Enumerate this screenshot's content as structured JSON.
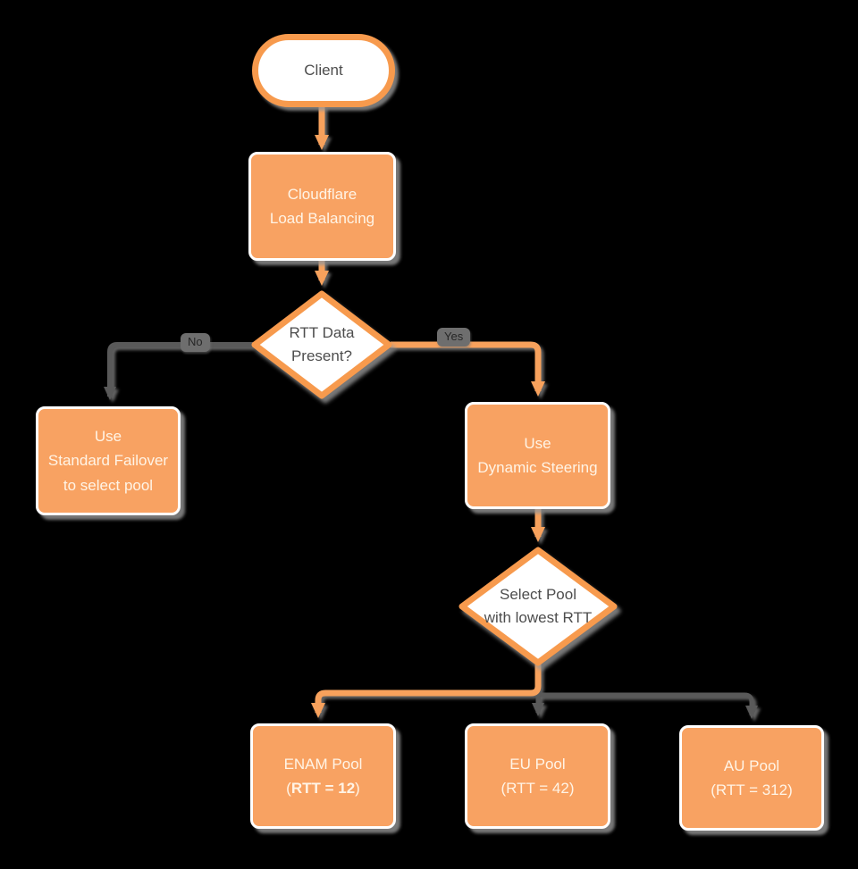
{
  "diagram": {
    "type": "flowchart",
    "background": "#000000"
  },
  "colors": {
    "node_fill_orange": "#F8A262",
    "node_border_orange": "#F79A4D",
    "node_fill_white": "#ffffff",
    "connector_orange": "#F7A15C",
    "connector_gray": "#595959",
    "shadow_gray": "#969696",
    "text_on_orange": "#FFF4E6",
    "text_dark": "#4D4D4D",
    "edge_label_bg": "#6e6e6e"
  },
  "nodes": {
    "client": {
      "label": "Client"
    },
    "load_balancing": {
      "lines": [
        "Cloudflare",
        "Load Balancing"
      ]
    },
    "rtt_decision": {
      "lines": [
        "RTT Data",
        "Present?"
      ]
    },
    "standard_failover": {
      "lines": [
        "Use",
        "Standard Failover",
        "to select pool"
      ]
    },
    "dynamic_steering": {
      "lines": [
        "Use",
        "Dynamic Steering"
      ]
    },
    "select_pool": {
      "lines": [
        "Select Pool",
        "with lowest RTT"
      ]
    },
    "enam_pool": {
      "line1": "ENAM Pool",
      "paren_open": "(",
      "rtt_bold": "RTT = 12",
      "paren_close": ")"
    },
    "eu_pool": {
      "lines": [
        "EU Pool",
        "(RTT = 42)"
      ]
    },
    "au_pool": {
      "lines": [
        "AU Pool",
        "(RTT = 312)"
      ]
    }
  },
  "edges": {
    "no_label": "No",
    "yes_label": "Yes"
  }
}
